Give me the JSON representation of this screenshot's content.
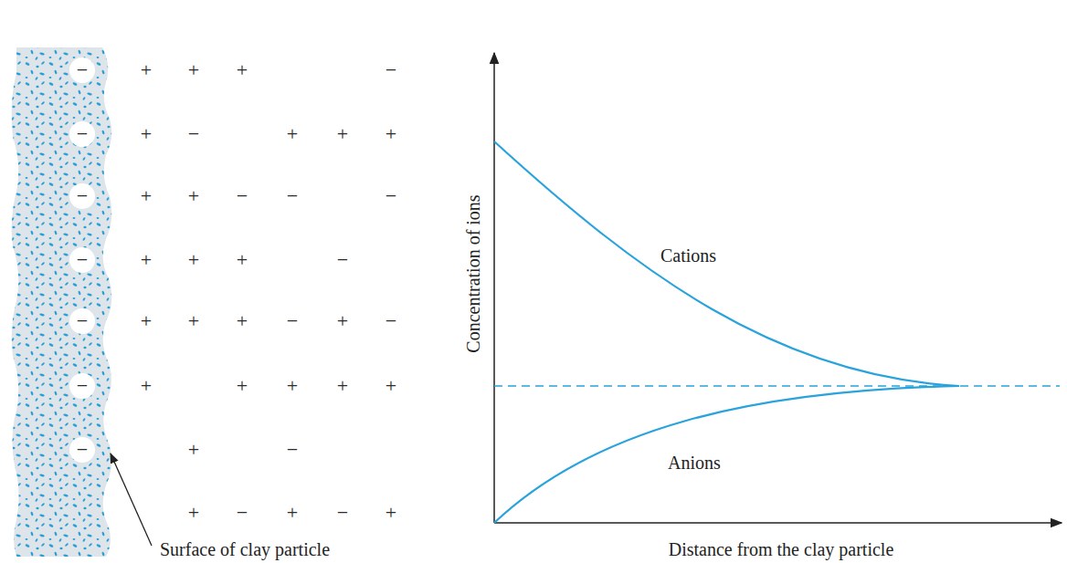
{
  "diagram": {
    "nodes": [
      {
        "text": [
          "−"
        ]
      },
      {
        "text": [
          "−"
        ]
      },
      {
        "text": [
          "−"
        ]
      },
      {
        "text": [
          "−"
        ]
      },
      {
        "text": [
          "−"
        ]
      },
      {
        "text": [
          "−"
        ]
      },
      {
        "text": [
          "−"
        ]
      }
    ],
    "labels": [
      "+",
      "+",
      "+",
      "−",
      "+",
      "−",
      "+",
      "+",
      "+",
      "+",
      "+",
      "−",
      "−",
      "−",
      "+",
      "+",
      "+",
      "−",
      "+",
      "+",
      "+",
      "−",
      "+",
      "−",
      "+",
      "+",
      "+",
      "+",
      "+",
      "+",
      "−",
      "+",
      "−",
      "+",
      "−",
      "+",
      "Cations",
      "Anions",
      "Concentration of ions",
      "Distance from the clay particle",
      "Surface of clay particle"
    ]
  }
}
